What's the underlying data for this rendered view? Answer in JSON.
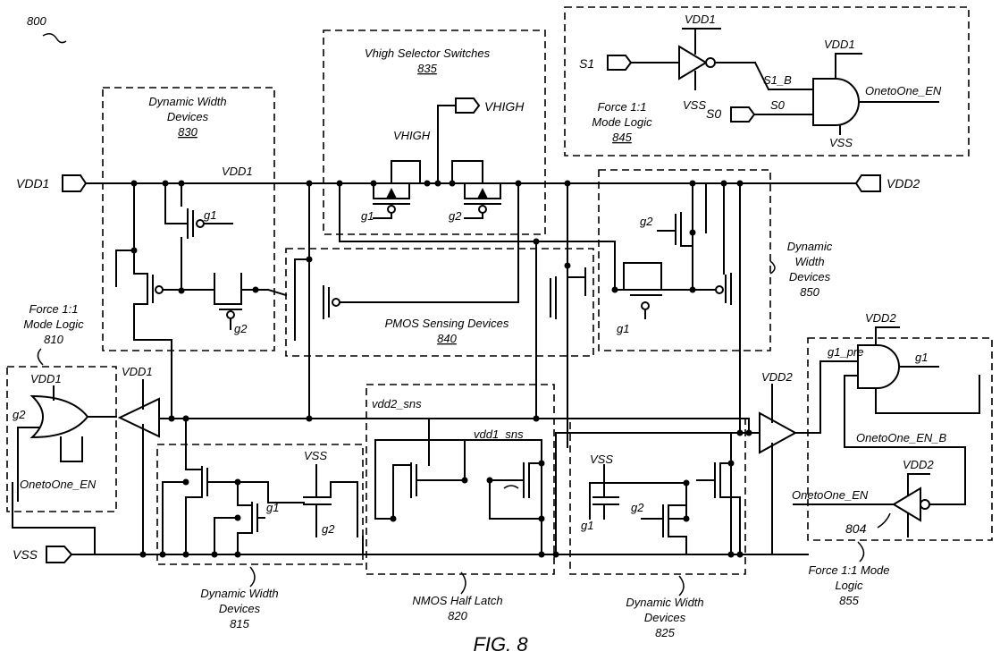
{
  "figure": {
    "ref": "800",
    "caption": "FIG. 8"
  },
  "ports": {
    "vdd1": "VDD1",
    "vdd2": "VDD2",
    "vss": "VSS",
    "s1": "S1",
    "s0": "S0",
    "vhigh": "VHIGH"
  },
  "nets": {
    "vdd1": "VDD1",
    "vdd2": "VDD2",
    "vss": "VSS",
    "vhigh": "VHIGH",
    "g1": "g1",
    "g2": "g2",
    "g1_pre": "g1_pre",
    "s1_b": "S1_B",
    "s0": "S0",
    "oneto_one_en": "OnetoOne_EN",
    "oneto_one_en_b": "OnetoOne_EN_B",
    "vdd1_sns": "vdd1_sns",
    "vdd2_sns": "vdd2_sns"
  },
  "blocks": {
    "b830": {
      "l1": "Dynamic Width",
      "l2": "Devices",
      "ref": "830"
    },
    "b835": {
      "l1": "Vhigh Selector Switches",
      "ref": "835"
    },
    "b845": {
      "l1": "Force 1:1",
      "l2": "Mode Logic",
      "ref": "845"
    },
    "b850": {
      "l1": "Dynamic",
      "l2": "Width",
      "l3": "Devices",
      "ref": "850"
    },
    "b840": {
      "l1": "PMOS Sensing Devices",
      "ref": "840"
    },
    "b810": {
      "l1": "Force 1:1",
      "l2": "Mode Logic",
      "ref": "810"
    },
    "b815": {
      "l1": "Dynamic Width",
      "l2": "Devices",
      "ref": "815"
    },
    "b820": {
      "l1": "NMOS Half Latch",
      "ref": "820"
    },
    "b825": {
      "l1": "Dynamic Width",
      "l2": "Devices",
      "ref": "825"
    },
    "b855": {
      "l1": "Force 1:1 Mode",
      "l2": "Logic",
      "ref": "855"
    }
  },
  "inverter_ref": "804"
}
